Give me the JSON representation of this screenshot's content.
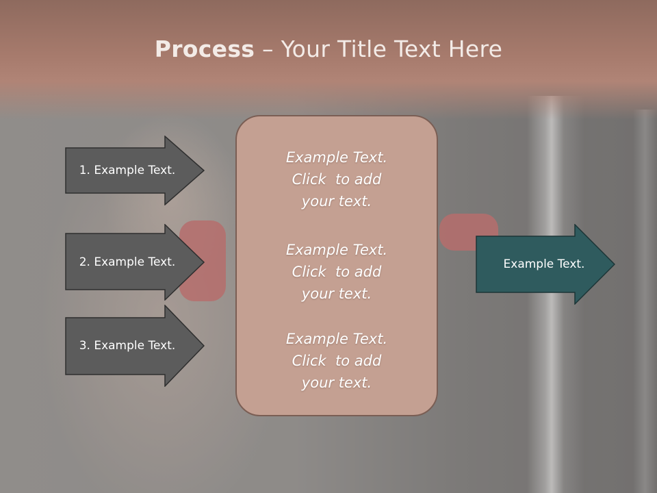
{
  "slide": {
    "title_bold": "Process",
    "title_rest": " – Your Title Text Here"
  },
  "left_arrows": [
    {
      "label": "1. Example Text."
    },
    {
      "label": "2. Example Text."
    },
    {
      "label": "3. Example Text."
    }
  ],
  "center_box": {
    "blocks": [
      {
        "line1": "Example Text.",
        "line2": "Click  to add",
        "line3": "your text."
      },
      {
        "line1": "Example Text.",
        "line2": "Click  to add",
        "line3": "your text."
      },
      {
        "line1": "Example Text.",
        "line2": "Click  to add",
        "line3": "your text."
      }
    ]
  },
  "output_arrow": {
    "label": "Example Text."
  },
  "colors": {
    "left_arrow_fill": "#5c5c5c",
    "output_arrow_fill": "#2f5b5e",
    "center_box_fill": "#c4a092",
    "title_band": "#a67a6c"
  }
}
